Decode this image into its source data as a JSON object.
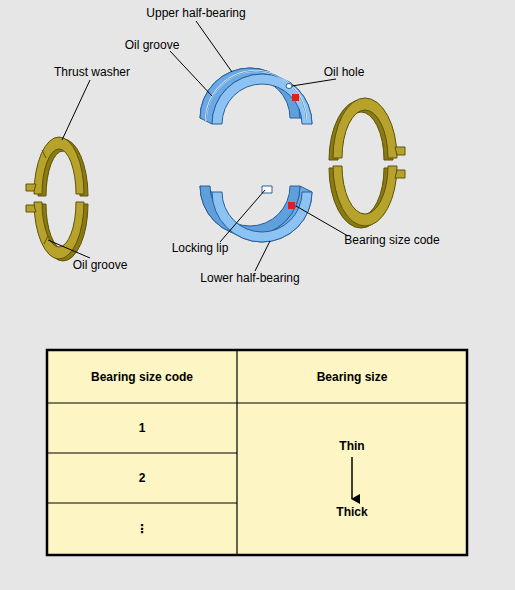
{
  "diagram": {
    "labels": [
      "Upper half-bearing",
      "Oil groove",
      "Thrust washer",
      "Oil hole",
      "Oil groove",
      "Locking lip",
      "Bearing size code",
      "Lower half-bearing",
      "Bearing size code",
      "Bearing size",
      "1",
      "Thin",
      "2",
      "Thick",
      "⋮"
    ]
  }
}
